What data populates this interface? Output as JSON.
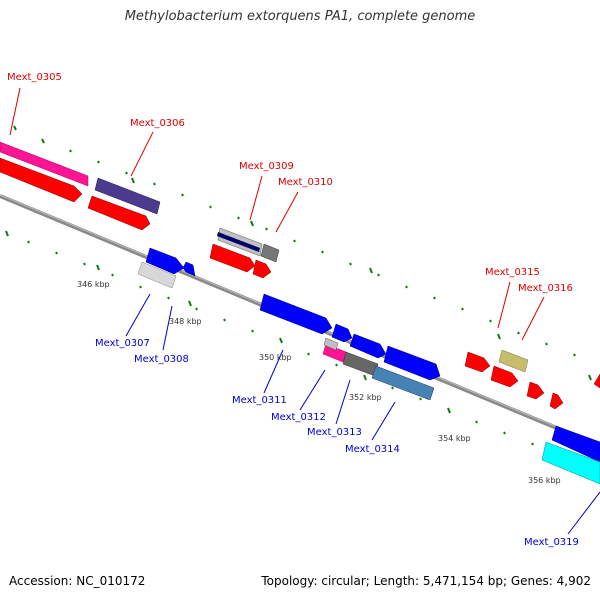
{
  "title": "Methylobacterium extorquens PA1, complete genome",
  "footer": {
    "accession": "Accession: NC_010172",
    "summary": "Topology: circular; Length: 5,471,154 bp; Genes: 4,902"
  },
  "colors": {
    "forward_label": "#dd0000",
    "reverse_label": "#0000cc",
    "backbone": "#888888",
    "tick": "#117711"
  },
  "scale_labels": [
    "346 kbp",
    "348 kbp",
    "350 kbp",
    "352 kbp",
    "354 kbp",
    "356 kbp"
  ],
  "gene_labels_forward": [
    "Mext_0305",
    "Mext_0306",
    "Mext_0309",
    "Mext_0310",
    "Mext_0315",
    "Mext_0316"
  ],
  "gene_labels_reverse": [
    "Mext_0307",
    "Mext_0308",
    "Mext_0311",
    "Mext_0312",
    "Mext_0313",
    "Mext_0314",
    "Mext_0319"
  ]
}
